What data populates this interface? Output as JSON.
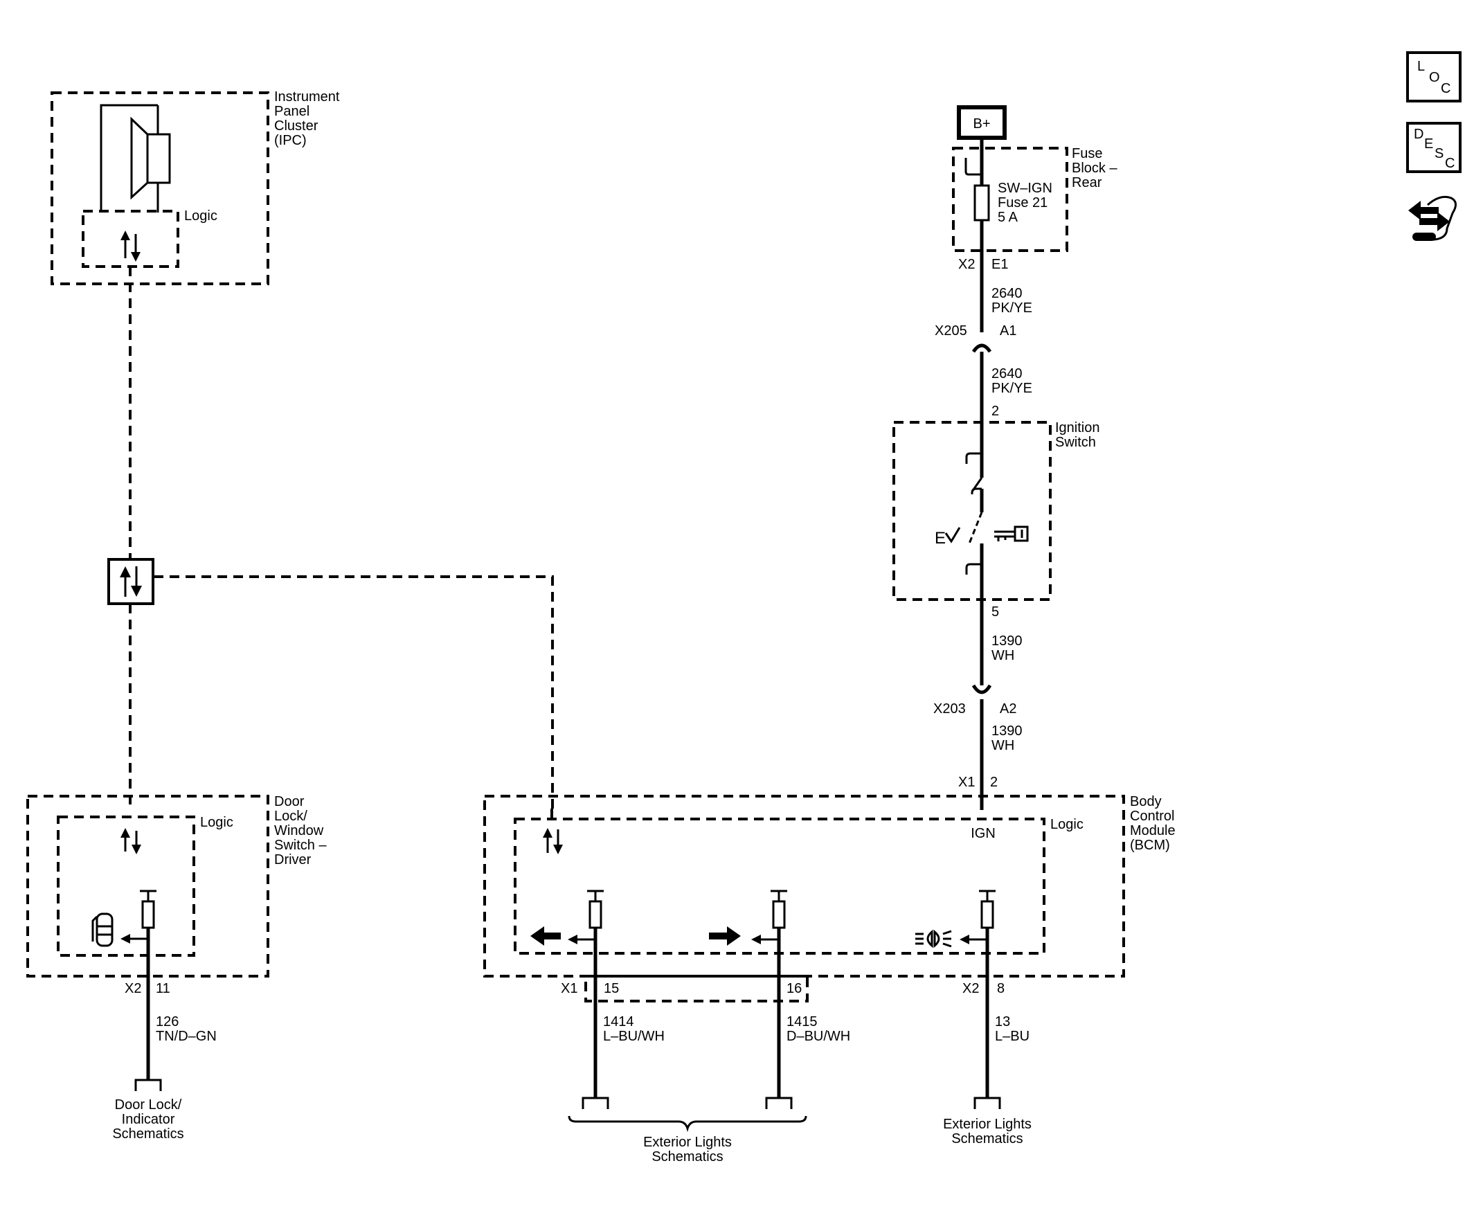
{
  "components": {
    "ipc": {
      "name": "Instrument\nPanel\nCluster\n(IPC)",
      "logic": "Logic"
    },
    "door_switch": {
      "name": "Door\nLock/\nWindow\nSwitch –\nDriver",
      "logic": "Logic"
    },
    "bcm": {
      "name": "Body\nControl\nModule\n(BCM)",
      "logic": "Logic",
      "ign": "IGN"
    },
    "fuse_block": {
      "name": "Fuse\nBlock –\nRear",
      "fuse": "SW–IGN\nFuse 21\n5 A"
    },
    "ignition_switch": {
      "name": "Ignition\nSwitch"
    },
    "battery": {
      "label": "B+"
    }
  },
  "connectors": {
    "fuse_x2": "X2",
    "fuse_e1": "E1",
    "x205": "X205",
    "x205_pin": "A1",
    "ign_in": "2",
    "ign_out": "5",
    "x203": "X203",
    "x203_pin": "A2",
    "bcm_x1_top": "X1",
    "bcm_pin_2": "2",
    "door_x2": "X2",
    "door_pin": "11",
    "bcm_x1_bottom": "X1",
    "bcm_pin_15": "15",
    "bcm_pin_16": "16",
    "bcm_x2": "X2",
    "bcm_pin_8": "8"
  },
  "wires": {
    "w2640_a": "2640\nPK/YE",
    "w2640_b": "2640\nPK/YE",
    "w1390_a": "1390\nWH",
    "w1390_b": "1390\nWH",
    "w126": "126\nTN/D–GN",
    "w1414": "1414\nL–BU/WH",
    "w1415": "1415\nD–BU/WH",
    "w13": "13\nL–BU"
  },
  "references": {
    "door_lock": "Door Lock/\nIndicator\nSchematics",
    "ext_lights_left": "Exterior Lights\nSchematics",
    "ext_lights_right": "Exterior Lights\nSchematics"
  },
  "nav": {
    "loc": [
      "L",
      "O",
      "C"
    ],
    "desc": [
      "D",
      "E",
      "S",
      "C"
    ],
    "nav_icon": "navigation-arrows-icon"
  }
}
